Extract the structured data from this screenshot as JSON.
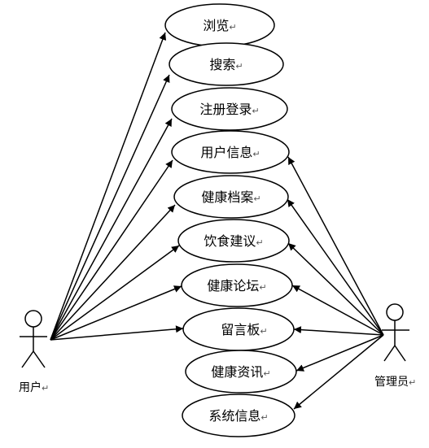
{
  "actors": {
    "user": {
      "label": "用户"
    },
    "admin": {
      "label": "管理员"
    }
  },
  "use_cases": [
    {
      "id": "browse",
      "label": "浏览",
      "actors": [
        "user"
      ]
    },
    {
      "id": "search",
      "label": "搜索",
      "actors": [
        "user"
      ]
    },
    {
      "id": "register",
      "label": "注册登录",
      "actors": [
        "user"
      ]
    },
    {
      "id": "user-info",
      "label": "用户信息",
      "actors": [
        "user",
        "admin"
      ]
    },
    {
      "id": "health-record",
      "label": "健康档案",
      "actors": [
        "user",
        "admin"
      ]
    },
    {
      "id": "diet-advice",
      "label": "饮食建议",
      "actors": [
        "user",
        "admin"
      ]
    },
    {
      "id": "health-forum",
      "label": "健康论坛",
      "actors": [
        "user",
        "admin"
      ]
    },
    {
      "id": "message-board",
      "label": "留言板",
      "actors": [
        "user",
        "admin"
      ]
    },
    {
      "id": "health-news",
      "label": "健康资讯",
      "actors": [
        "admin"
      ]
    },
    {
      "id": "system-info",
      "label": "系统信息",
      "actors": [
        "admin"
      ]
    }
  ],
  "return_mark": "↵"
}
